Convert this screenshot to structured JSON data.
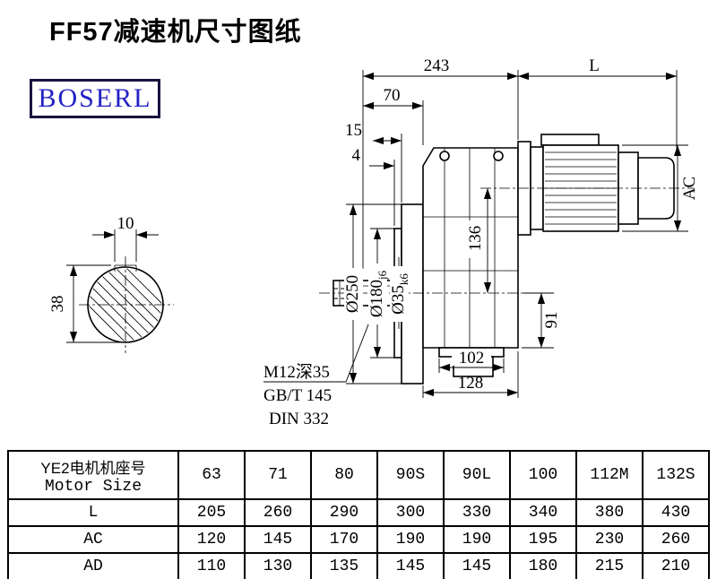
{
  "page": {
    "title": "FF57减速机尺寸图纸",
    "logo_text": "BOSERL"
  },
  "drawing": {
    "dims": {
      "total_width": "243",
      "motor_length": "L",
      "d70": "70",
      "d15": "15",
      "d4": "4",
      "key_width": "10",
      "key_height": "38",
      "flange_dia": "Ø250",
      "pilot_dia": "Ø180",
      "pilot_tol": "j6",
      "shaft_dia": "Ø35",
      "shaft_tol": "k6",
      "axis_height": "136",
      "motor_dia": "AC",
      "bottom_depth": "91",
      "foot_width": "102",
      "base_width": "128"
    },
    "notes": {
      "tap_hole": "M12深35",
      "std_gb": "GB/T 145",
      "std_din": "DIN 332"
    }
  },
  "table": {
    "header_cn": "YE2电机机座号",
    "header_en": "Motor Size",
    "sizes": [
      "63",
      "71",
      "80",
      "90S",
      "90L",
      "100",
      "112M",
      "132S"
    ],
    "rows": [
      {
        "label": "L",
        "values": [
          "205",
          "260",
          "290",
          "300",
          "330",
          "340",
          "380",
          "430"
        ]
      },
      {
        "label": "AC",
        "values": [
          "120",
          "145",
          "170",
          "190",
          "190",
          "195",
          "230",
          "260"
        ]
      },
      {
        "label": "AD",
        "values": [
          "110",
          "130",
          "135",
          "145",
          "145",
          "180",
          "215",
          "210"
        ]
      }
    ]
  }
}
